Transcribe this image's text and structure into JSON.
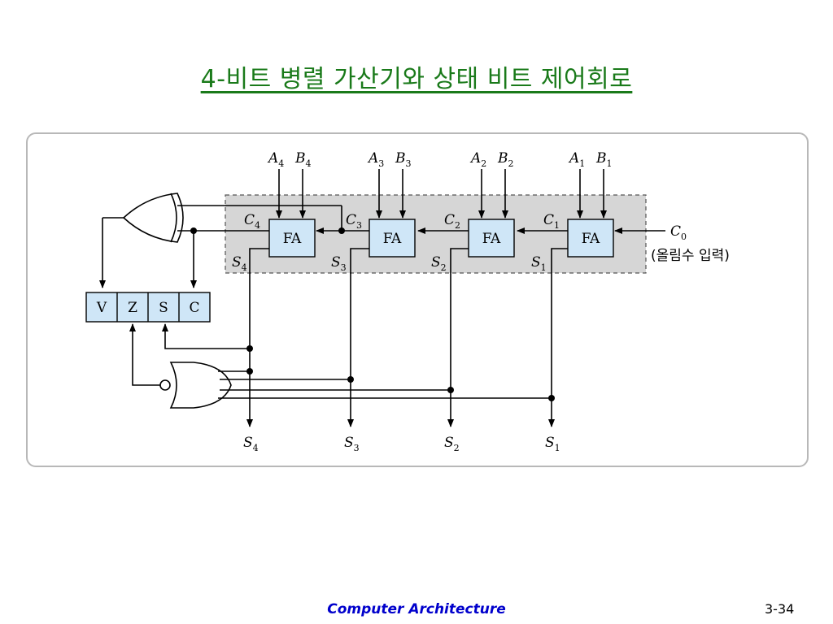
{
  "title": "4-비트 병렬 가산기와 상태 비트 제어회로",
  "adders": [
    {
      "label": "FA",
      "a": "A",
      "a_sub": "4",
      "b": "B",
      "b_sub": "4",
      "cin": "C",
      "cin_sub": "3",
      "sum": "S",
      "sum_sub": "4",
      "cout": "C",
      "cout_sub": "4"
    },
    {
      "label": "FA",
      "a": "A",
      "a_sub": "3",
      "b": "B",
      "b_sub": "3",
      "cin": "C",
      "cin_sub": "2",
      "sum": "S",
      "sum_sub": "3"
    },
    {
      "label": "FA",
      "a": "A",
      "a_sub": "2",
      "b": "B",
      "b_sub": "2",
      "cin": "C",
      "cin_sub": "1",
      "sum": "S",
      "sum_sub": "2"
    },
    {
      "label": "FA",
      "a": "A",
      "a_sub": "1",
      "b": "B",
      "b_sub": "1",
      "cin": "C",
      "cin_sub": "0",
      "sum": "S",
      "sum_sub": "1"
    }
  ],
  "carry_in_note": "(올림수 입력)",
  "status_bits": [
    "V",
    "Z",
    "S",
    "C"
  ],
  "outputs": [
    {
      "name": "S",
      "sub": "4"
    },
    {
      "name": "S",
      "sub": "3"
    },
    {
      "name": "S",
      "sub": "2"
    },
    {
      "name": "S",
      "sub": "1"
    }
  ],
  "colors": {
    "title": "#1a7a1a",
    "footer": "#0000cc",
    "box_fill": "#cfe6f7",
    "shade": "#d6d6d6"
  },
  "footer": {
    "course": "Computer Architecture",
    "page": "3-34"
  }
}
